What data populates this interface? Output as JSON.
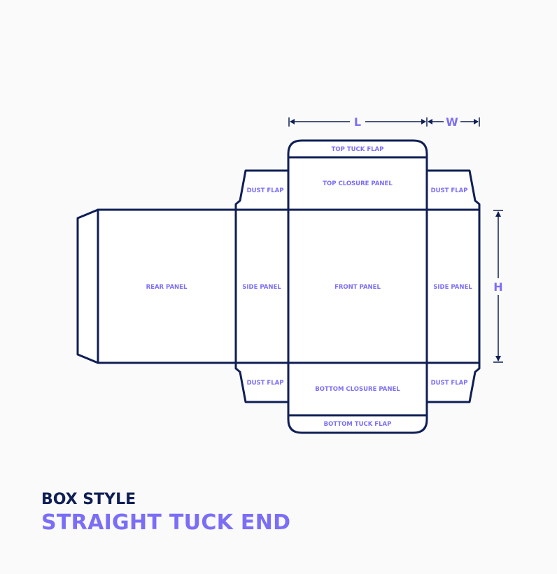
{
  "colors": {
    "background": "#fafafa",
    "stroke": "#0f1f55",
    "label": "#7b6ef6",
    "panel_fill": "#ffffff"
  },
  "dimensions": {
    "length": "L",
    "width": "W",
    "height": "H"
  },
  "panels": {
    "top_tuck_flap": "TOP TUCK FLAP",
    "top_closure_panel": "TOP CLOSURE PANEL",
    "dust_flap_top_left": "DUST FLAP",
    "dust_flap_top_right": "DUST FLAP",
    "rear_panel": "REAR PANEL",
    "side_panel_left": "SIDE PANEL",
    "front_panel": "FRONT PANEL",
    "side_panel_right": "SIDE PANEL",
    "dust_flap_bottom_left": "DUST FLAP",
    "bottom_closure_panel": "BOTTOM CLOSURE PANEL",
    "dust_flap_bottom_right": "DUST FLAP",
    "bottom_tuck_flap": "BOTTOM TUCK FLAP"
  },
  "caption": {
    "subtitle": "BOX STYLE",
    "title": "STRAIGHT TUCK END"
  }
}
